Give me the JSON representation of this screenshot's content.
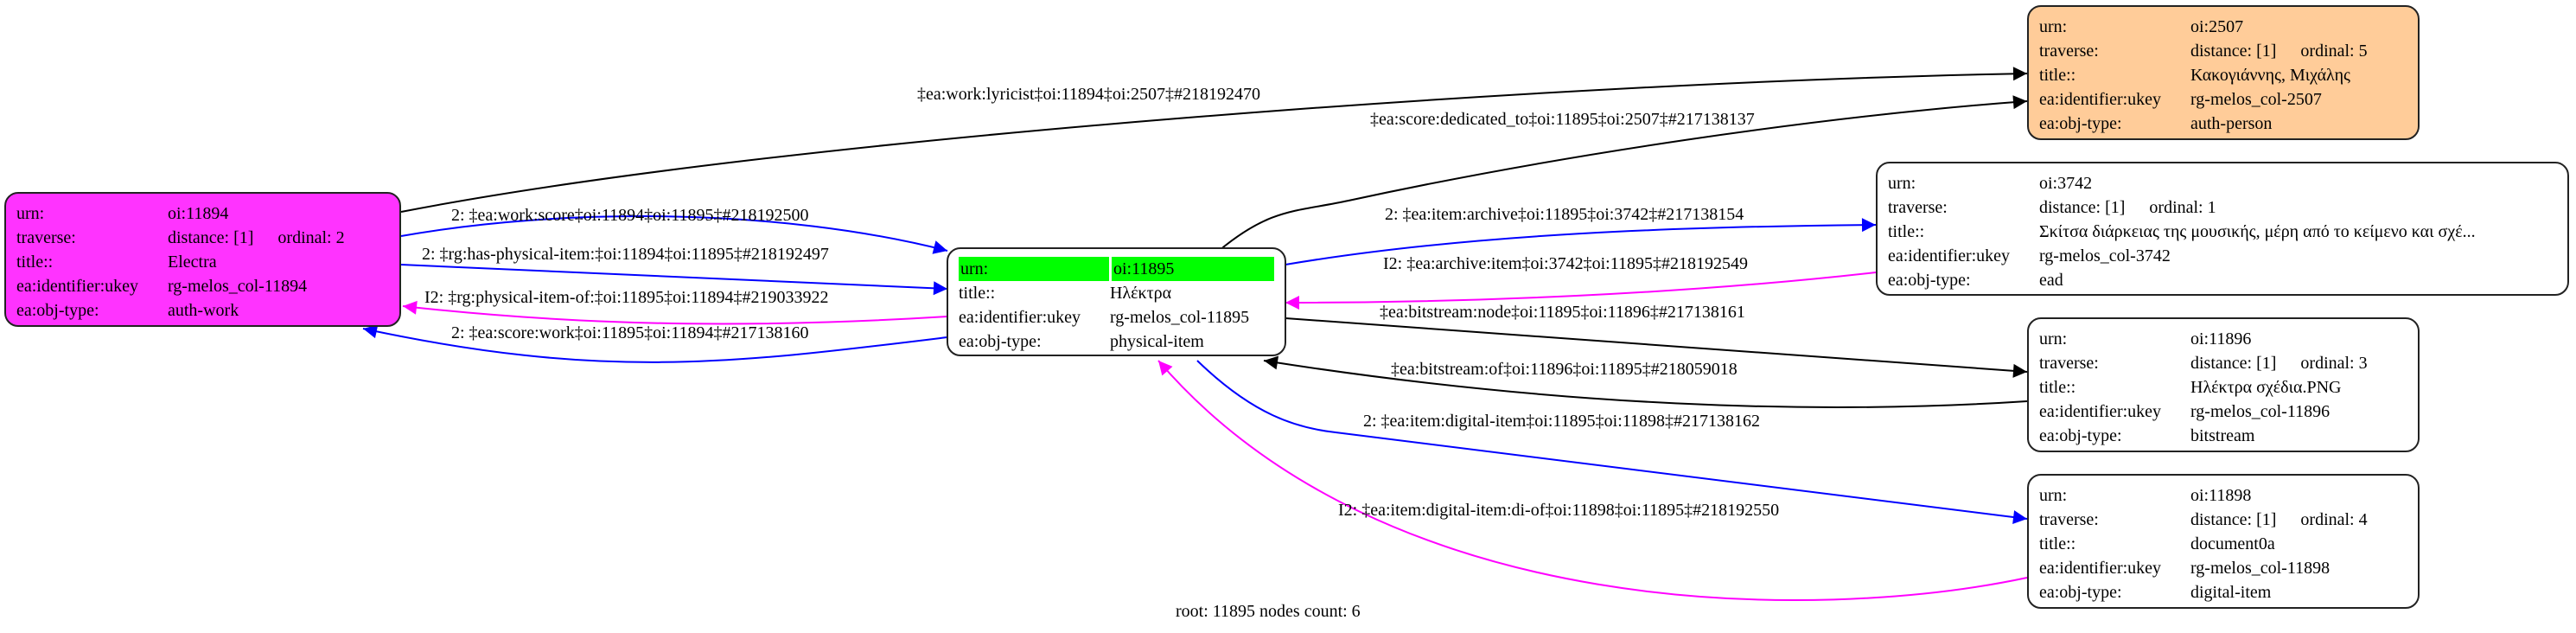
{
  "colors": {
    "magenta_node": "#ff33ff",
    "peach_node": "#ffcc99",
    "root_highlight": "#00ff00",
    "blue_edge": "#0000ff",
    "magenta_edge": "#ff00ff",
    "black_edge": "#000000"
  },
  "nodes": [
    {
      "id": "11894",
      "bg": "#ff33ff",
      "rows": [
        {
          "label": "urn:",
          "value": "oi:11894"
        },
        {
          "label": "traverse:",
          "value": "distance: [1]",
          "ordinal": "ordinal: 2"
        },
        {
          "label": "title::",
          "value": "Electra"
        },
        {
          "label": "ea:identifier:ukey",
          "value": "rg-melos_col-11894"
        },
        {
          "label": "ea:obj-type:",
          "value": "auth-work"
        }
      ]
    },
    {
      "id": "11895",
      "bg": "#ffffff",
      "root": true,
      "rows": [
        {
          "label": "urn:",
          "value": "oi:11895"
        },
        {
          "label": "title::",
          "value": "Ηλέκτρα"
        },
        {
          "label": "ea:identifier:ukey",
          "value": "rg-melos_col-11895"
        },
        {
          "label": "ea:obj-type:",
          "value": "physical-item"
        }
      ]
    },
    {
      "id": "2507",
      "bg": "#ffcc99",
      "rows": [
        {
          "label": "urn:",
          "value": "oi:2507"
        },
        {
          "label": "traverse:",
          "value": "distance: [1]",
          "ordinal": "ordinal: 5"
        },
        {
          "label": "title::",
          "value": "Κακογιάννης, Μιχάλης"
        },
        {
          "label": "ea:identifier:ukey",
          "value": "rg-melos_col-2507"
        },
        {
          "label": "ea:obj-type:",
          "value": "auth-person"
        }
      ]
    },
    {
      "id": "3742",
      "bg": "#ffffff",
      "rows": [
        {
          "label": "urn:",
          "value": "oi:3742"
        },
        {
          "label": "traverse:",
          "value": "distance: [1]",
          "ordinal": "ordinal: 1"
        },
        {
          "label": "title::",
          "value": "Σκίτσα διάρκειας της μουσικής, μέρη από το κείμενο και σχέ..."
        },
        {
          "label": "ea:identifier:ukey",
          "value": "rg-melos_col-3742"
        },
        {
          "label": "ea:obj-type:",
          "value": "ead"
        }
      ]
    },
    {
      "id": "11896",
      "bg": "#ffffff",
      "rows": [
        {
          "label": "urn:",
          "value": "oi:11896"
        },
        {
          "label": "traverse:",
          "value": "distance: [1]",
          "ordinal": "ordinal: 3"
        },
        {
          "label": "title::",
          "value": "Ηλέκτρα σχέδια.PNG"
        },
        {
          "label": "ea:identifier:ukey",
          "value": "rg-melos_col-11896"
        },
        {
          "label": "ea:obj-type:",
          "value": "bitstream"
        }
      ]
    },
    {
      "id": "11898",
      "bg": "#ffffff",
      "rows": [
        {
          "label": "urn:",
          "value": "oi:11898"
        },
        {
          "label": "traverse:",
          "value": "distance: [1]",
          "ordinal": "ordinal: 4"
        },
        {
          "label": "title::",
          "value": "document0a"
        },
        {
          "label": "ea:identifier:ukey",
          "value": "rg-melos_col-11898"
        },
        {
          "label": "ea:obj-type:",
          "value": "digital-item"
        }
      ]
    }
  ],
  "edges": [
    {
      "from": "11894",
      "to": "2507",
      "color": "#000000",
      "label": "‡ea:work:lyricist‡oi:11894‡oi:2507‡#218192470"
    },
    {
      "from": "11895",
      "to": "2507",
      "color": "#000000",
      "label": "‡ea:score:dedicated_to‡oi:11895‡oi:2507‡#217138137"
    },
    {
      "from": "11895",
      "to": "3742",
      "color": "#0000ff",
      "label": "2: ‡ea:item:archive‡oi:11895‡oi:3742‡#217138154"
    },
    {
      "from": "3742",
      "to": "11895",
      "color": "#ff00ff",
      "label": "I2: ‡ea:archive:item‡oi:3742‡oi:11895‡#218192549"
    },
    {
      "from": "11895",
      "to": "11896",
      "color": "#000000",
      "label": "‡ea:bitstream:node‡oi:11895‡oi:11896‡#217138161"
    },
    {
      "from": "11896",
      "to": "11895",
      "color": "#000000",
      "label": "‡ea:bitstream:of‡oi:11896‡oi:11895‡#218059018"
    },
    {
      "from": "11895",
      "to": "11898",
      "color": "#0000ff",
      "label": "2: ‡ea:item:digital-item‡oi:11895‡oi:11898‡#217138162"
    },
    {
      "from": "11898",
      "to": "11895",
      "color": "#ff00ff",
      "label": "I2: ‡ea:item:digital-item:di-of‡oi:11898‡oi:11895‡#218192550"
    },
    {
      "from": "11894",
      "to": "11895",
      "color": "#0000ff",
      "label": "2: ‡ea:work:score‡oi:11894‡oi:11895‡#218192500"
    },
    {
      "from": "11894",
      "to": "11895",
      "color": "#0000ff",
      "label": "2: ‡rg:has-physical-item:‡oi:11894‡oi:11895‡#218192497"
    },
    {
      "from": "11895",
      "to": "11894",
      "color": "#ff00ff",
      "label": "I2: ‡rg:physical-item-of:‡oi:11895‡oi:11894‡#219033922"
    },
    {
      "from": "11895",
      "to": "11894",
      "color": "#0000ff",
      "label": "2: ‡ea:score:work‡oi:11895‡oi:11894‡#217138160"
    }
  ],
  "footer": "root: 11895 nodes count: 6"
}
